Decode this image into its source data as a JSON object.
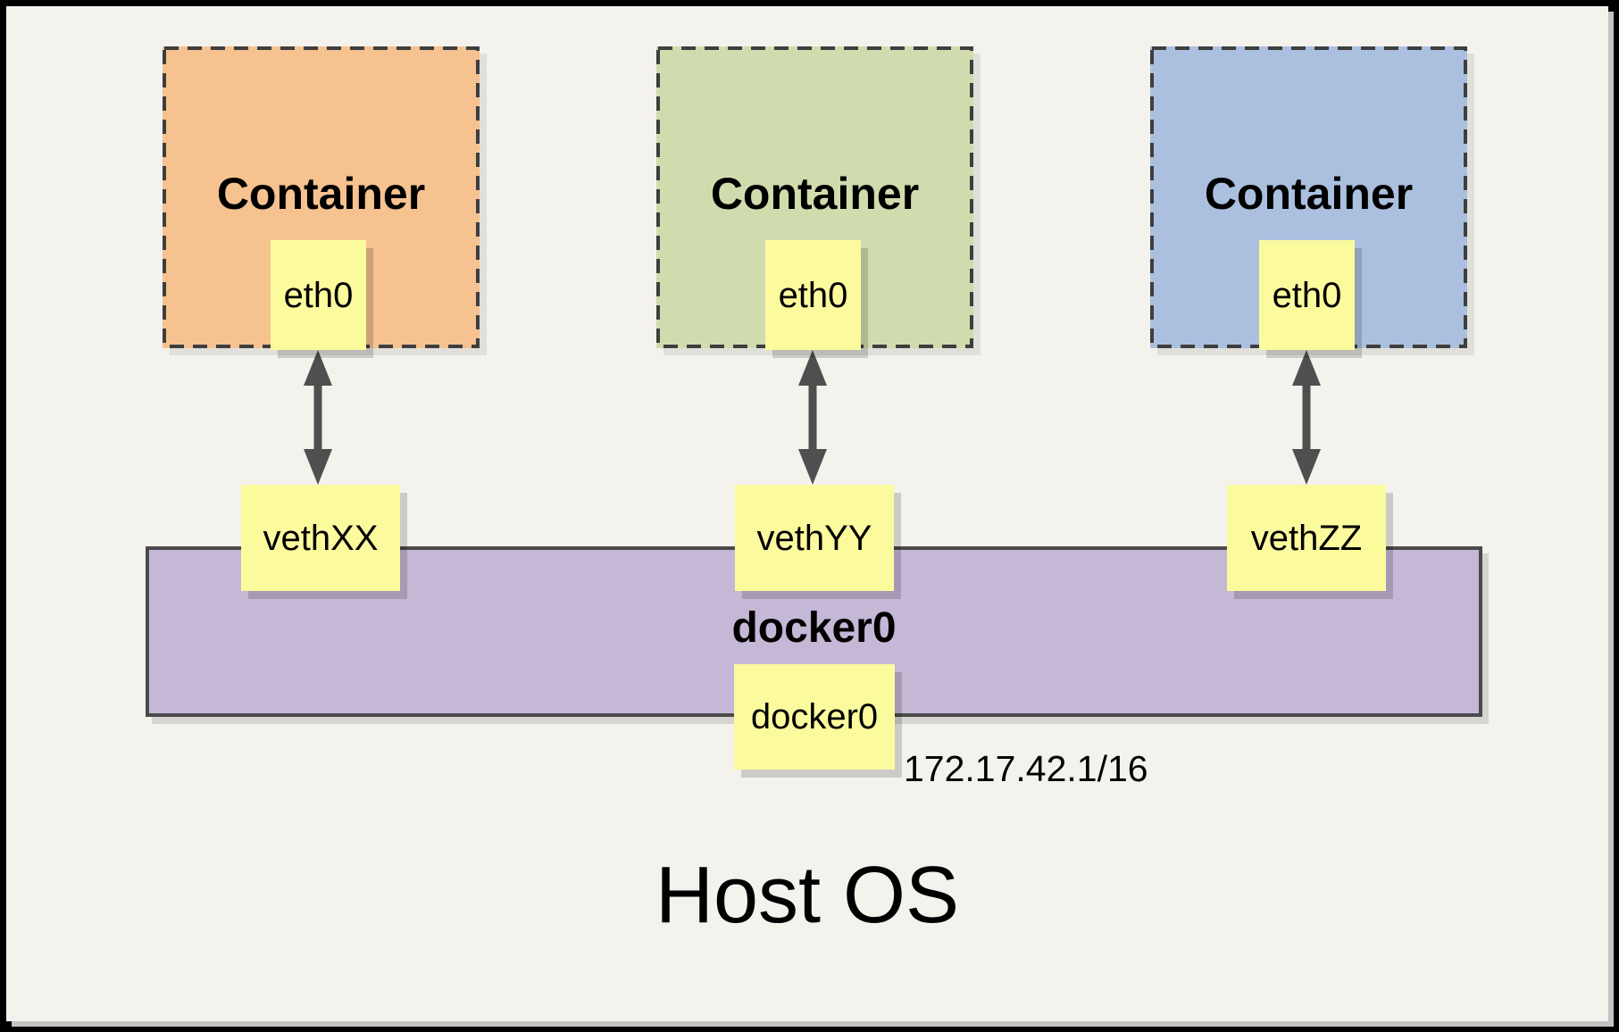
{
  "diagram": {
    "containers": [
      {
        "title": "Container",
        "interface_label": "eth0",
        "fill": "#F6C28F"
      },
      {
        "title": "Container",
        "interface_label": "eth0",
        "fill": "#D0DCAD"
      },
      {
        "title": "Container",
        "interface_label": "eth0",
        "fill": "#ABC0DF"
      }
    ],
    "veth_endpoints": [
      {
        "label": "vethXX"
      },
      {
        "label": "vethYY"
      },
      {
        "label": "vethZZ"
      }
    ],
    "bridge": {
      "title": "docker0",
      "interface_label": "docker0",
      "ip_address": "172.17.42.1/16",
      "fill": "#C5B7D6"
    },
    "host": {
      "label": "Host OS"
    },
    "colors": {
      "sheet_background": "#F4F2ED",
      "label_box_fill": "#FBFB9E",
      "arrow": "#4F4F4F",
      "dashed_border": "#3E3E3E",
      "frame": "#000000"
    }
  }
}
